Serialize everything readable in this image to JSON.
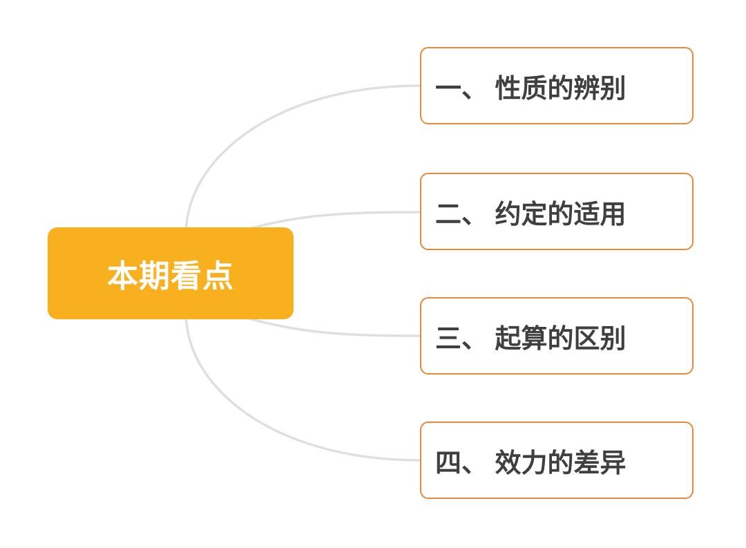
{
  "diagram": {
    "type": "mindmap",
    "root": {
      "label": "本期看点"
    },
    "topics": [
      {
        "label": "一、 性质的辨别"
      },
      {
        "label": "二、 约定的适用"
      },
      {
        "label": "三、 起算的区别"
      },
      {
        "label": "四、 效力的差异"
      }
    ],
    "colors": {
      "background": "#FFFFFF",
      "root_fill": "#F8B01E",
      "root_text": "#FFFFFF",
      "topic_border": "#E5893B",
      "topic_text": "#3F3F3F",
      "connector": "#DFDFDF"
    }
  }
}
